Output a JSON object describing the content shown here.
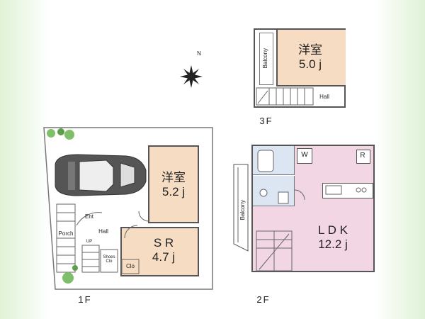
{
  "compass": {
    "north_label": "N"
  },
  "floors": {
    "f3": {
      "label": "3F",
      "rooms": {
        "western": {
          "name": "洋室",
          "size": "5.0 j"
        },
        "balcony": "Balcony",
        "hall": "Hall"
      }
    },
    "f2": {
      "label": "2F",
      "rooms": {
        "ldk": {
          "name": "L D K",
          "size": "12.2 j"
        },
        "balcony": "Balcony",
        "w": "W",
        "r": "R"
      }
    },
    "f1": {
      "label": "1F",
      "rooms": {
        "western": {
          "name": "洋室",
          "size": "5.2 j"
        },
        "sr": {
          "name": "S R",
          "size": "4.7 j"
        },
        "ent": "Ent",
        "hall": "Hall",
        "porch": "Porch",
        "up": "UP",
        "shoes_clo": "Shoes Clo",
        "clo": "Clo"
      }
    }
  },
  "colors": {
    "room_orange": "#f5dcc2",
    "room_pink": "#f3d6e4",
    "room_blue": "#dce6f2",
    "wall": "#555555"
  }
}
